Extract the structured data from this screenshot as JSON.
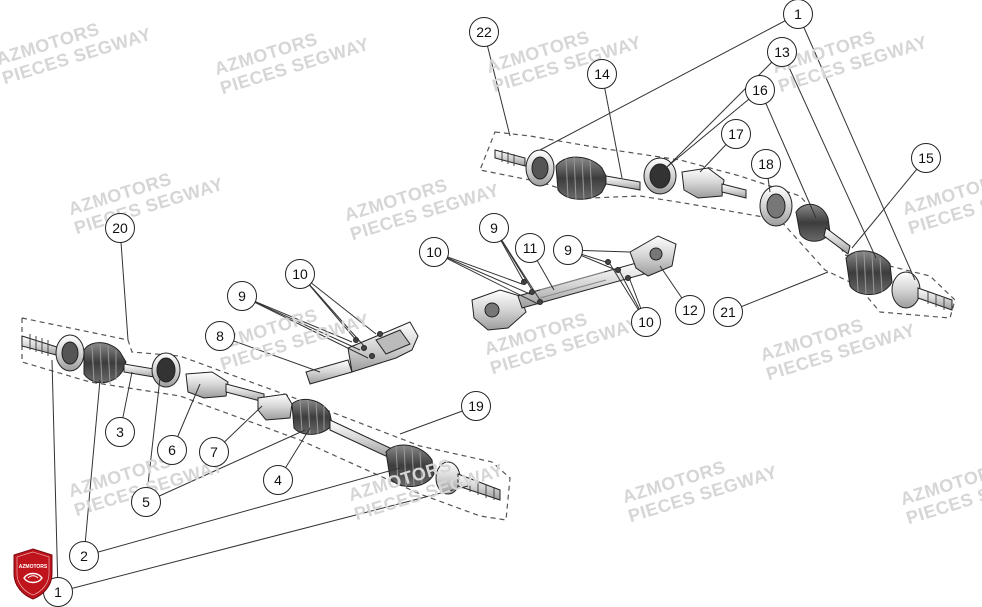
{
  "watermark": {
    "line1": "AZMOTORS",
    "line2": "PIECES SEGWAY"
  },
  "logo": {
    "text": "AZMOTORS",
    "color": "#c0141c"
  },
  "callouts": [
    {
      "id": "c1a",
      "label": "1"
    },
    {
      "id": "c1b",
      "label": "1"
    },
    {
      "id": "c2",
      "label": "2"
    },
    {
      "id": "c3",
      "label": "3"
    },
    {
      "id": "c4",
      "label": "4"
    },
    {
      "id": "c5",
      "label": "5"
    },
    {
      "id": "c6",
      "label": "6"
    },
    {
      "id": "c7",
      "label": "7"
    },
    {
      "id": "c8",
      "label": "8"
    },
    {
      "id": "c9a",
      "label": "9"
    },
    {
      "id": "c9b",
      "label": "9"
    },
    {
      "id": "c9c",
      "label": "9"
    },
    {
      "id": "c10a",
      "label": "10"
    },
    {
      "id": "c10b",
      "label": "10"
    },
    {
      "id": "c10c",
      "label": "10"
    },
    {
      "id": "c11",
      "label": "11"
    },
    {
      "id": "c12",
      "label": "12"
    },
    {
      "id": "c13",
      "label": "13"
    },
    {
      "id": "c14",
      "label": "14"
    },
    {
      "id": "c15",
      "label": "15"
    },
    {
      "id": "c16",
      "label": "16"
    },
    {
      "id": "c17",
      "label": "17"
    },
    {
      "id": "c18",
      "label": "18"
    },
    {
      "id": "c19",
      "label": "19"
    },
    {
      "id": "c20",
      "label": "20"
    },
    {
      "id": "c21",
      "label": "21"
    },
    {
      "id": "c22",
      "label": "22"
    }
  ]
}
